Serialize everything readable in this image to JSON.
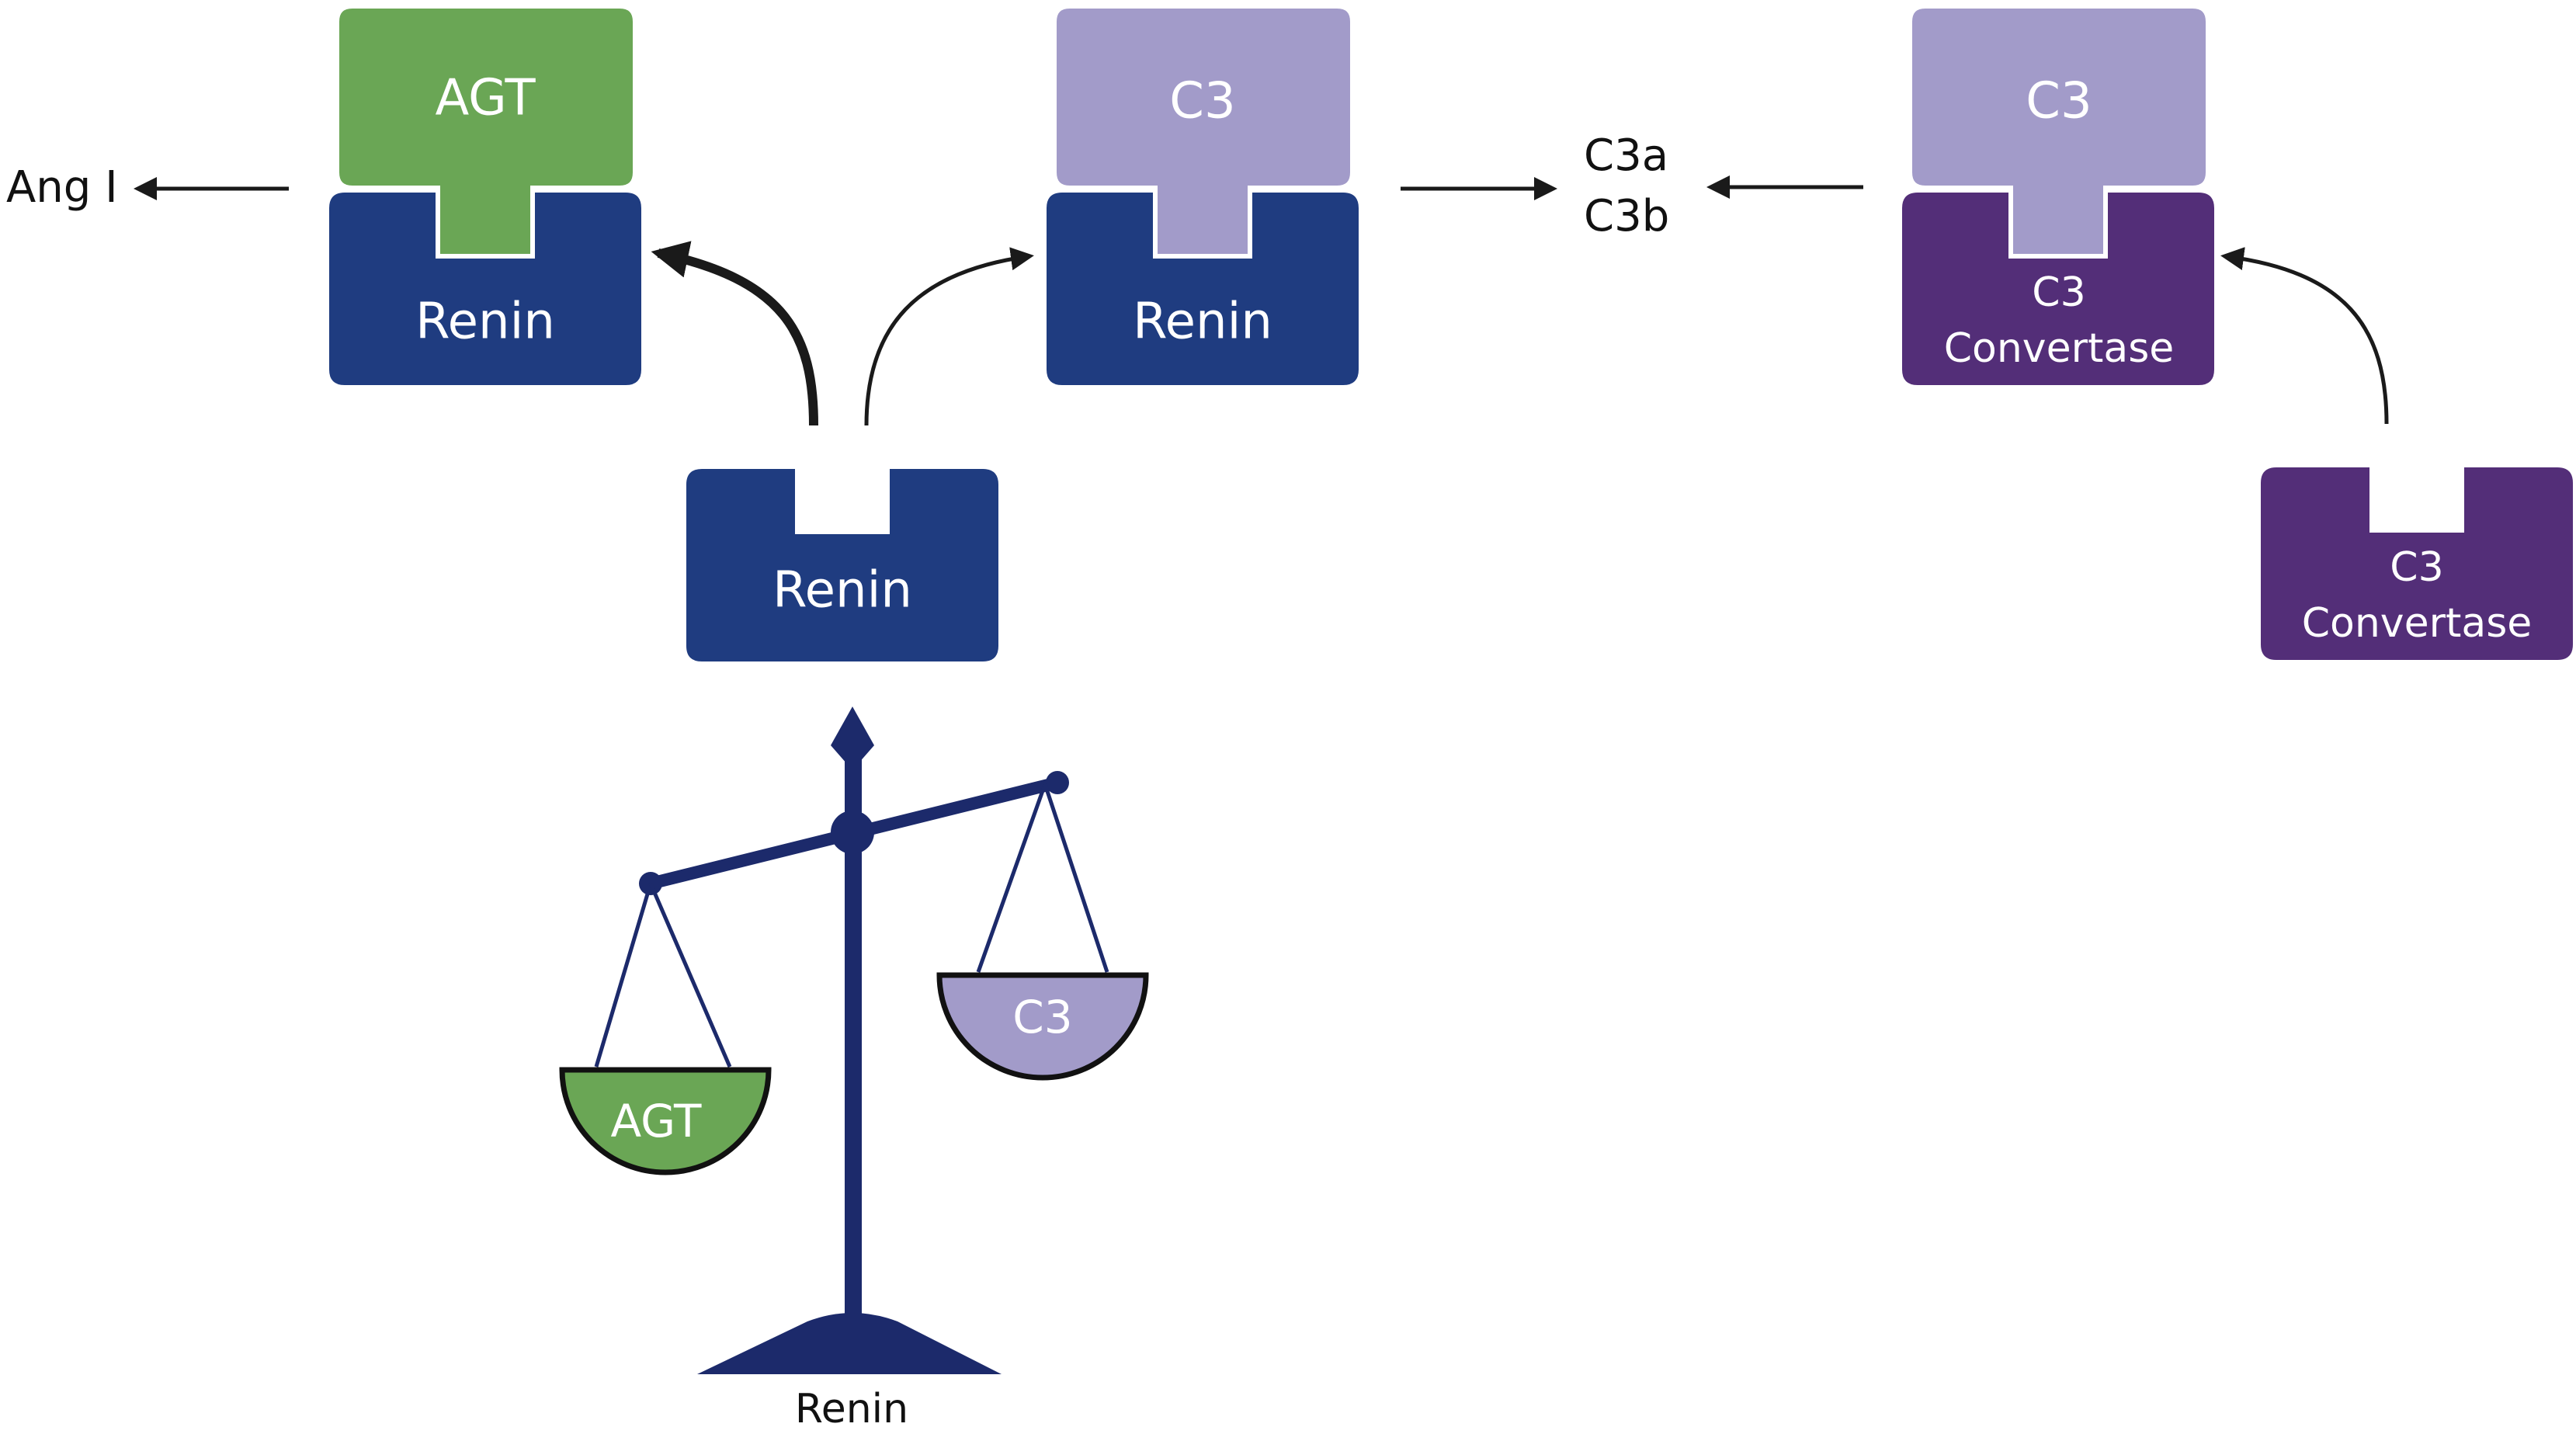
{
  "colors": {
    "agt_green": "#6aa655",
    "renin_blue": "#1f3c80",
    "c3_lavender": "#a29bc9",
    "convertase_purple": "#532e78",
    "scale_navy": "#1c2a6b",
    "arrow_dark": "#1a1a1a",
    "text_white": "#ffffff",
    "text_black": "#111111"
  },
  "agt_renin_complex": {
    "substrate": "AGT",
    "enzyme": "Renin"
  },
  "renin_c3_complex": {
    "substrate": "C3",
    "enzyme": "Renin"
  },
  "convertase_c3_complex": {
    "substrate": "C3",
    "enzyme_line1": "C3",
    "enzyme_line2": "Convertase"
  },
  "free_renin": {
    "label": "Renin"
  },
  "free_convertase": {
    "line1": "C3",
    "line2": "Convertase"
  },
  "products": {
    "ang": "Ang I",
    "c3a": "C3a",
    "c3b": "C3b"
  },
  "balance": {
    "left_pan": "AGT",
    "right_pan": "C3",
    "base_label": "Renin"
  }
}
